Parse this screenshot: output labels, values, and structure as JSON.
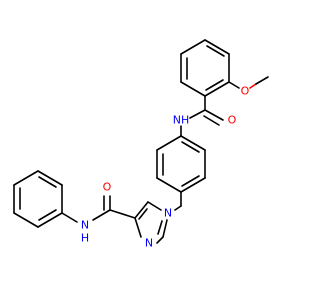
{
  "atoms": {
    "methoxy_o": {
      "symbol": "O",
      "color": "#ff0000"
    },
    "carbonyl_o_top": {
      "symbol": "O",
      "color": "#ff0000"
    },
    "amide_nh_top": {
      "symbol": "NH",
      "color": "#0000ff"
    },
    "imidazole_n1": {
      "symbol": "N",
      "color": "#0000ff"
    },
    "imidazole_n3": {
      "symbol": "N",
      "color": "#0000ff"
    },
    "carbonyl_o_bottom": {
      "symbol": "O",
      "color": "#ff0000"
    },
    "amide_n_bottom": {
      "symbol": "N",
      "color": "#0000ff"
    },
    "amide_h_bottom": {
      "symbol": "H",
      "color": "#0000ff"
    }
  },
  "colors": {
    "bond": "#000000",
    "oxygen": "#ff0000",
    "nitrogen": "#0000ff",
    "background": "#ffffff"
  }
}
